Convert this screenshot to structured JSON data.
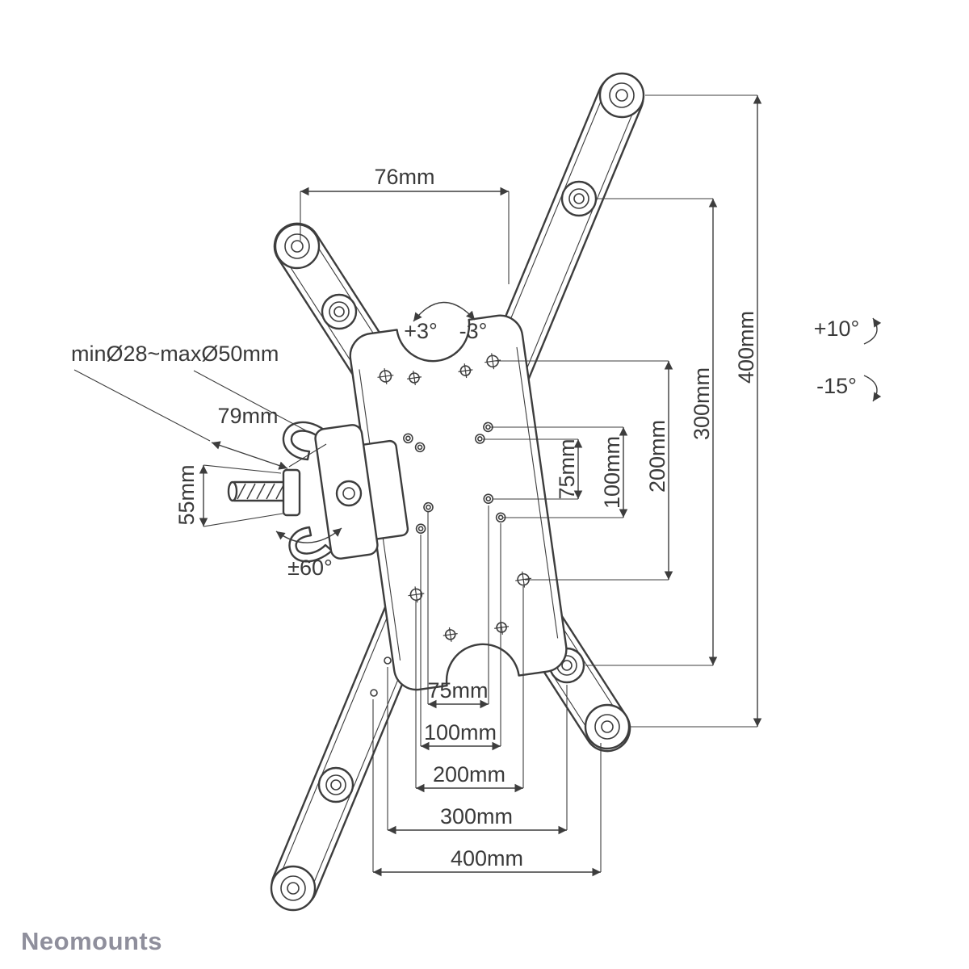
{
  "brand": {
    "logo_text": "Neomounts"
  },
  "labels": {
    "top_width": "76mm",
    "pole_diameter_range": "minØ28~maxØ50mm",
    "clamp_width": "79mm",
    "clamp_height": "55mm",
    "tilt_up": "+3°",
    "tilt_down": "-3°",
    "swivel_range": "±60°",
    "pivot_up": "+10°",
    "pivot_down": "-15°"
  },
  "vesa_vertical_mm": [
    "75mm",
    "100mm",
    "200mm",
    "300mm",
    "400mm"
  ],
  "vesa_horizontal_mm": [
    "75mm",
    "100mm",
    "200mm",
    "300mm",
    "400mm"
  ],
  "colors": {
    "line": "#3d3d3d",
    "text": "#3a3a3a",
    "logo": "#8f8f9c",
    "background": "#ffffff"
  }
}
